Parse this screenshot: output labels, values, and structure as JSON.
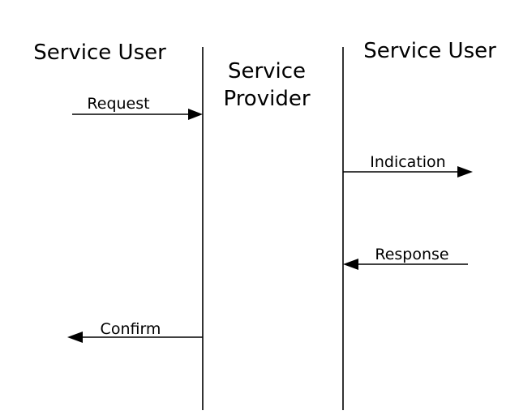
{
  "headings": {
    "left_user": "Service User",
    "provider_line1": "Service",
    "provider_line2": "Provider",
    "right_user": "Service User"
  },
  "messages": {
    "request": "Request",
    "indication": "Indication",
    "response": "Response",
    "confirm": "Confirm"
  }
}
